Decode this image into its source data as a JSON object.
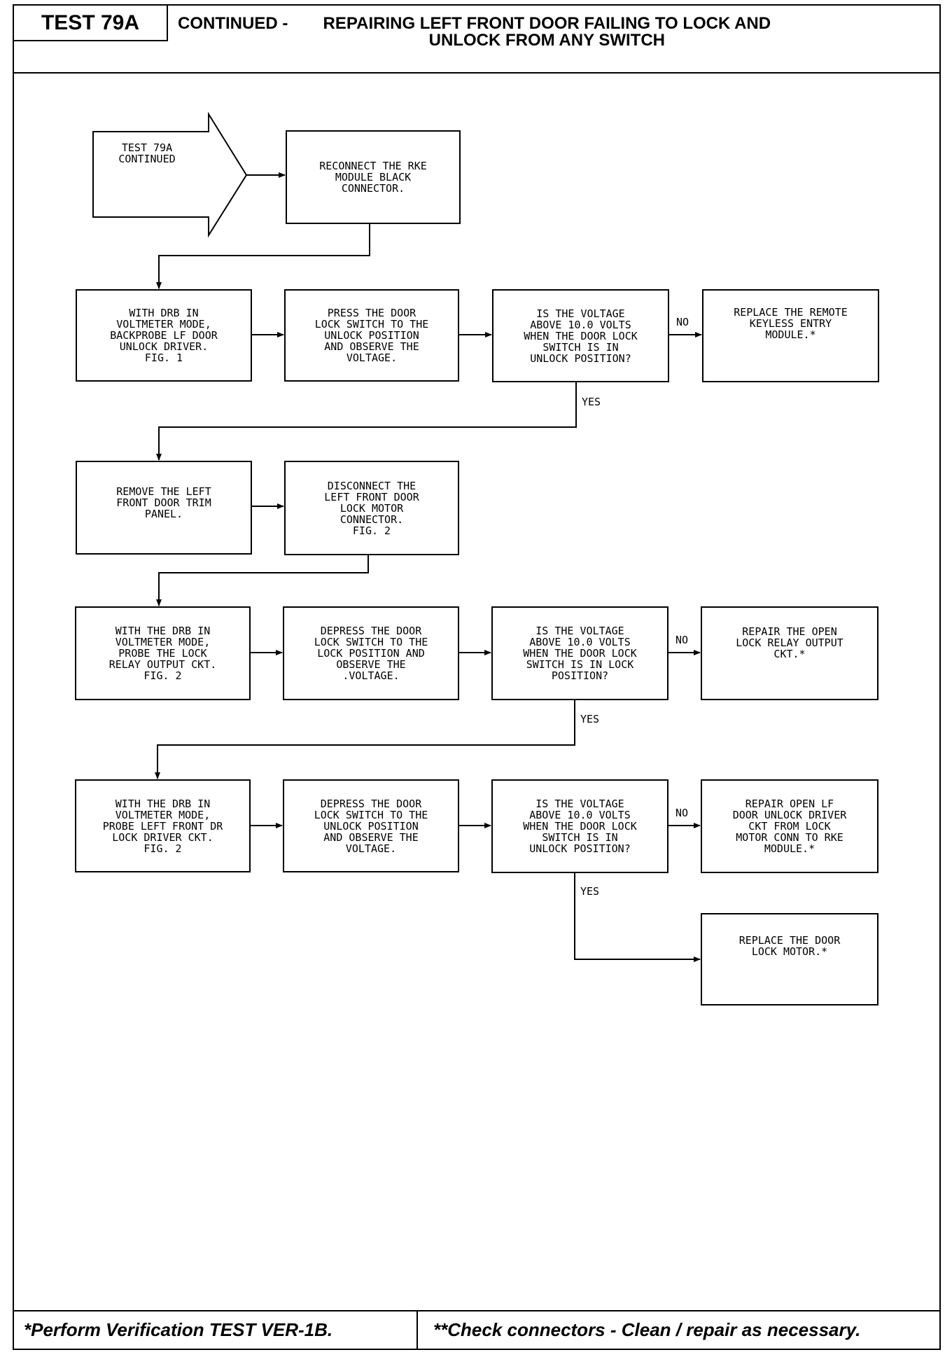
{
  "header": {
    "test_id": "TEST 79A",
    "title_prefix": "CONTINUED -",
    "title_line1": "REPAIRING LEFT FRONT DOOR FAILING TO LOCK AND",
    "title_line2": "UNLOCK FROM ANY SWITCH"
  },
  "flow": {
    "start": "TEST 79A\nCONTINUED",
    "reconnect": "RECONNECT THE RKE\nMODULE BLACK\nCONNECTOR.",
    "row1": {
      "step": "WITH DRB IN\nVOLTMETER MODE,\nBACKPROBE LF DOOR\nUNLOCK DRIVER.\nFIG. 1",
      "action": "PRESS THE DOOR\nLOCK SWITCH TO THE\nUNLOCK POSITION\nAND OBSERVE THE\nVOLTAGE.",
      "question": "IS THE VOLTAGE\nABOVE 10.0 VOLTS\nWHEN THE DOOR LOCK\nSWITCH IS IN\nUNLOCK POSITION?",
      "no_result": "REPLACE THE REMOTE\nKEYLESS ENTRY\nMODULE.*"
    },
    "row2": {
      "step": "REMOVE THE LEFT\nFRONT DOOR TRIM\nPANEL.",
      "action": "DISCONNECT THE\nLEFT FRONT DOOR\nLOCK MOTOR\nCONNECTOR.\nFIG. 2"
    },
    "row3": {
      "step": "WITH THE DRB IN\nVOLTMETER MODE,\nPROBE THE LOCK\nRELAY OUTPUT CKT.\nFIG. 2",
      "action": "DEPRESS THE DOOR\nLOCK SWITCH TO THE\nLOCK POSITION AND\nOBSERVE THE\n.VOLTAGE.",
      "question": "IS THE VOLTAGE\nABOVE 10.0 VOLTS\nWHEN THE DOOR LOCK\nSWITCH IS IN LOCK\nPOSITION?",
      "no_result": "REPAIR THE OPEN\nLOCK RELAY OUTPUT\nCKT.*"
    },
    "row4": {
      "step": "WITH THE DRB IN\nVOLTMETER MODE,\nPROBE LEFT FRONT DR\nLOCK DRIVER CKT.\nFIG. 2",
      "action": "DEPRESS THE DOOR\nLOCK SWITCH TO THE\nUNLOCK POSITION\nAND OBSERVE THE\nVOLTAGE.",
      "question": "IS THE VOLTAGE\nABOVE 10.0 VOLTS\nWHEN THE DOOR LOCK\nSWITCH IS IN\nUNLOCK POSITION?",
      "no_result": "REPAIR OPEN LF\nDOOR UNLOCK DRIVER\nCKT FROM LOCK\nMOTOR CONN TO RKE\nMODULE.*"
    },
    "final": "REPLACE THE DOOR\nLOCK MOTOR.*",
    "labels": {
      "no": "NO",
      "yes": "YES"
    }
  },
  "footer": {
    "left": "*Perform Verification TEST VER-1B.",
    "right": "**Check connectors - Clean / repair as necessary."
  }
}
